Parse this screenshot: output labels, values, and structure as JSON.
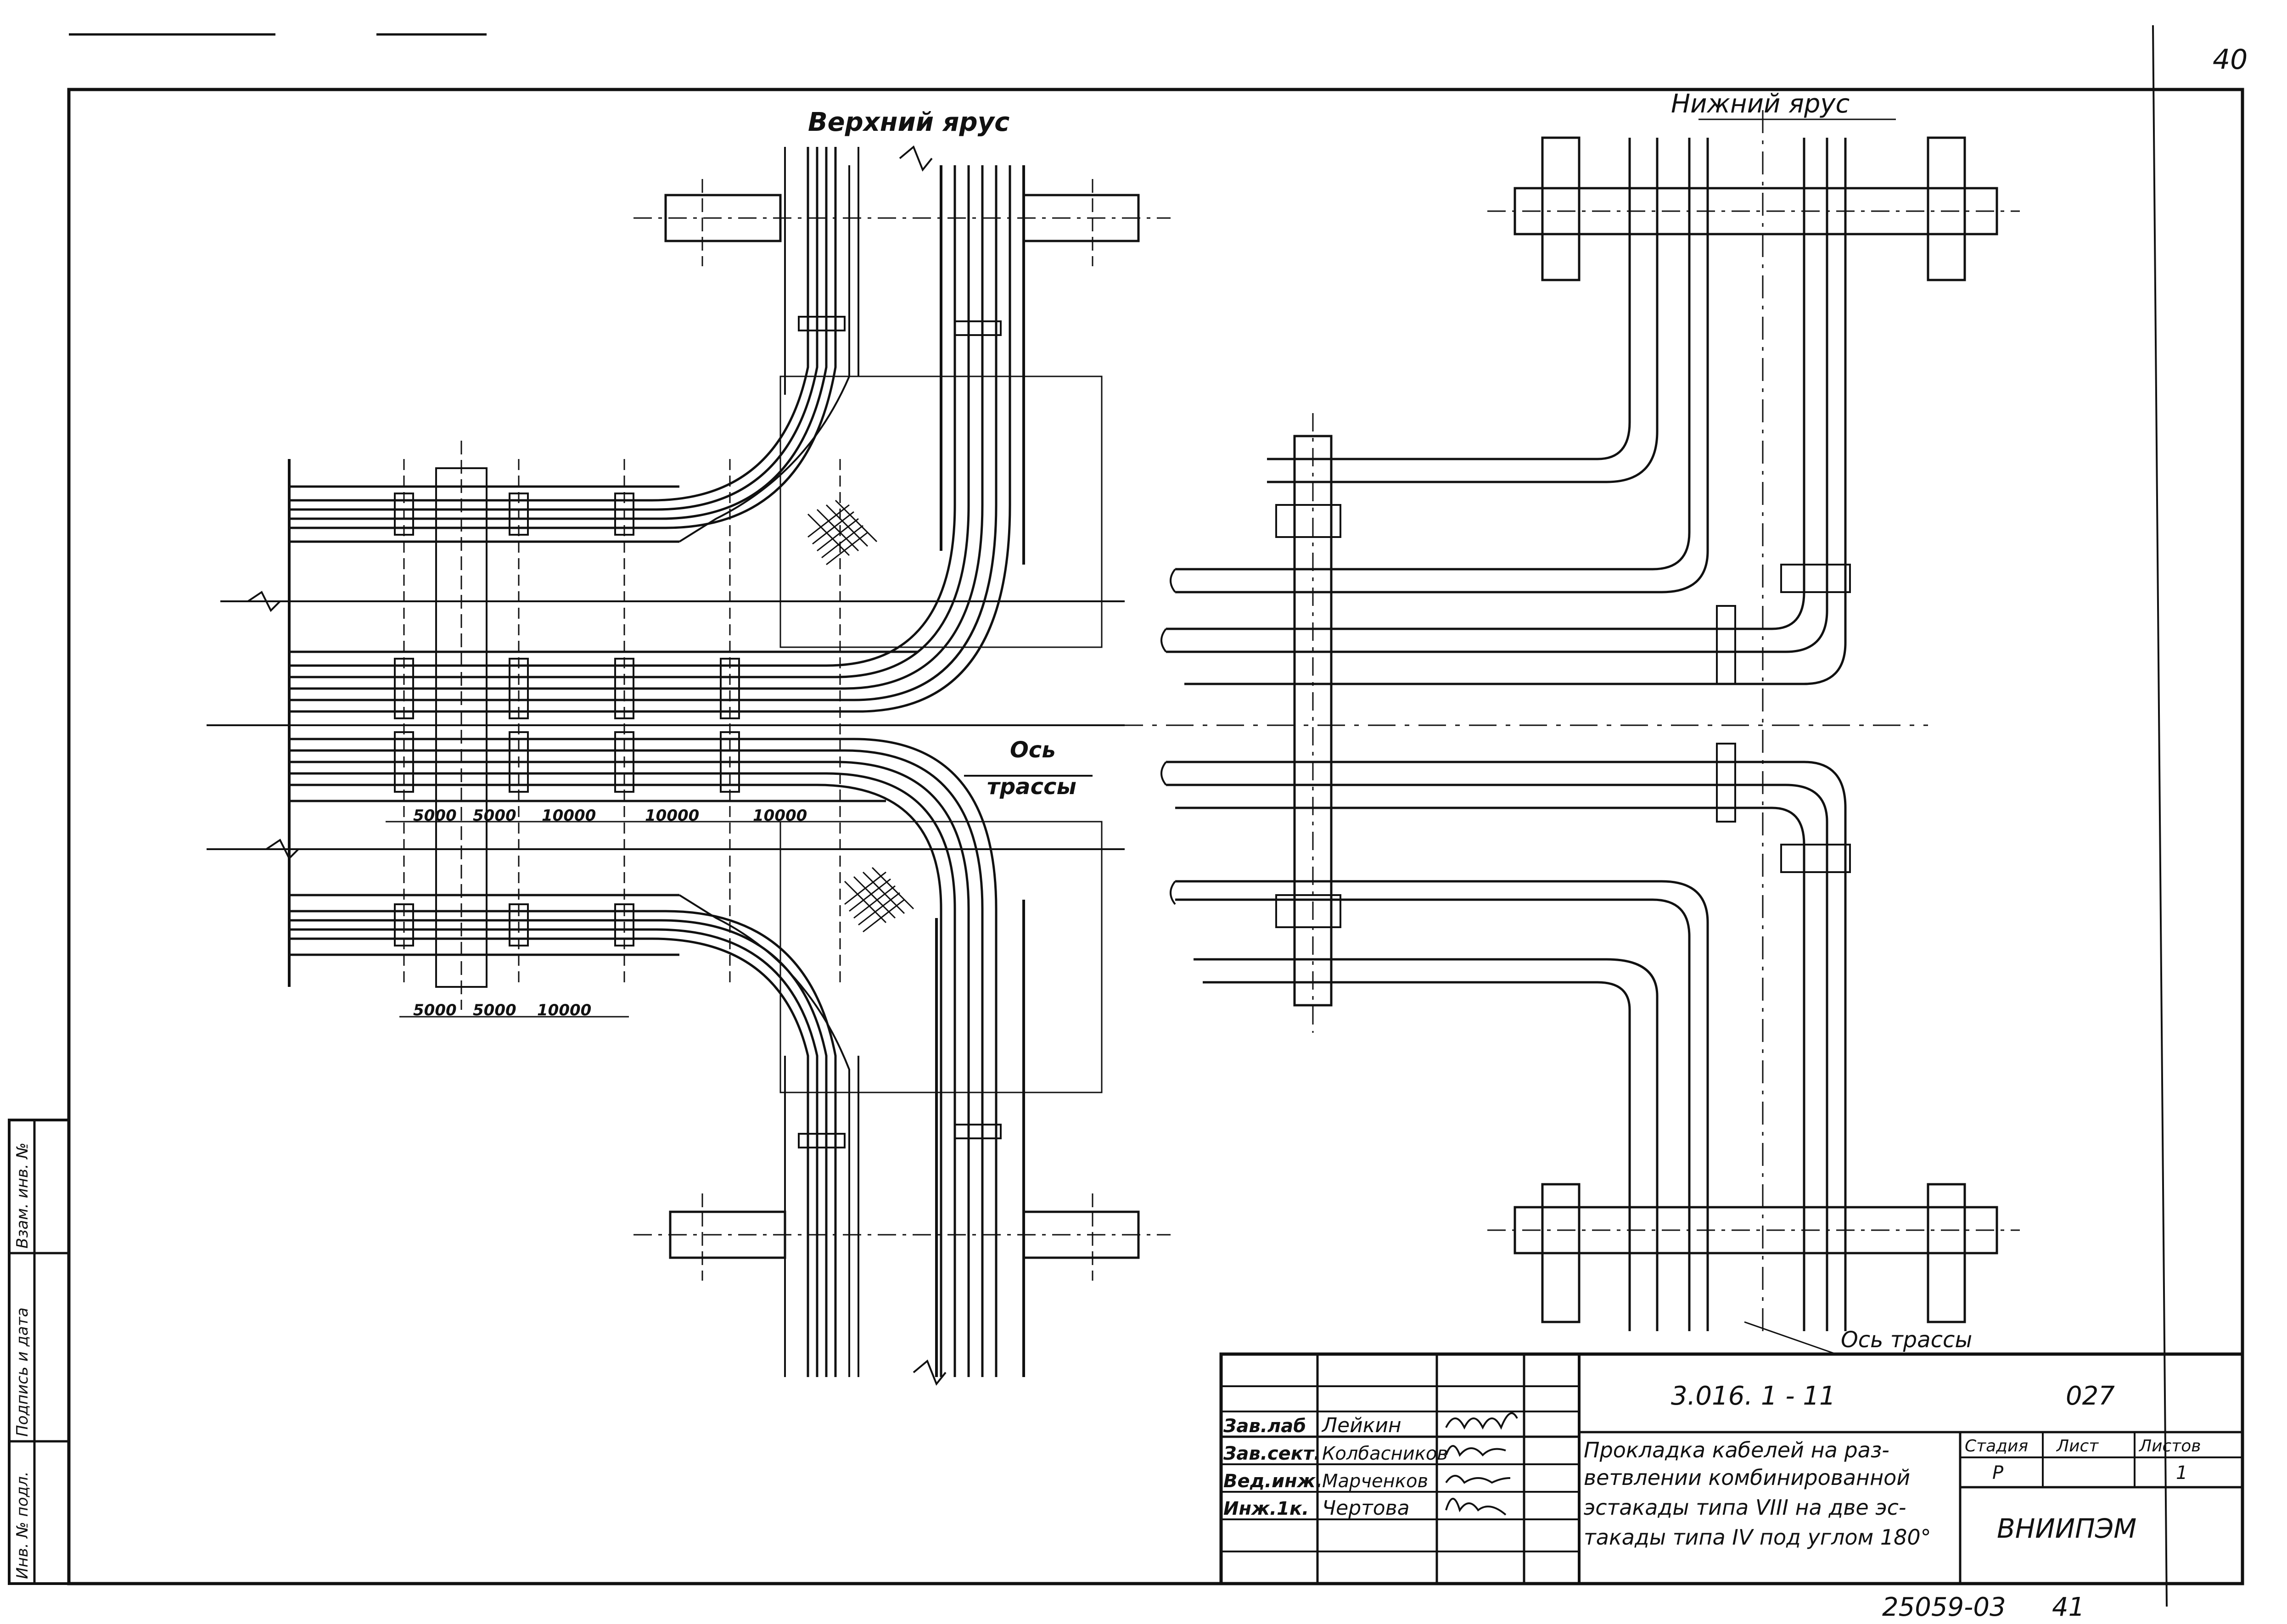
{
  "page_number": "40",
  "upper_tier_label": "Верхний ярус",
  "lower_tier_label": "Нижний ярус",
  "route_axis_label_1": "Ось",
  "route_axis_label_2": "трассы",
  "route_axis_label_lower": "Ось трассы",
  "dimensions_upper": [
    "5000",
    "5000",
    "10000",
    "10000",
    "10000"
  ],
  "dimensions_lower": [
    "5000",
    "5000",
    "10000"
  ],
  "stamp": {
    "doc_code": "3.016. 1 - 11",
    "sheet_code": "027",
    "roles": [
      {
        "position": "Зав.лаб",
        "name": "Лейкин"
      },
      {
        "position": "Зав.сект.",
        "name": "Колбасников"
      },
      {
        "position": "Вед.инж.",
        "name": "Марченков"
      },
      {
        "position": "Инж.1к.",
        "name": "Чертова"
      }
    ],
    "title_lines": [
      "Прокладка кабелей на раз-",
      "ветвлении комбинированной",
      "эстакады типа VIII на две эс-",
      "такады типа IV под углом 180°"
    ],
    "stage_header": "Стадия",
    "sheet_header": "Лист",
    "sheets_header": "Листов",
    "stage_value": "Р",
    "sheet_value": "",
    "sheets_value": "1",
    "organization": "ВНИИПЭМ"
  },
  "side_stamp": [
    "Инв. № подл.",
    "Подпись и дата",
    "Взам. инв. №"
  ],
  "archive_number": "25059-03",
  "archive_sheet": "41"
}
